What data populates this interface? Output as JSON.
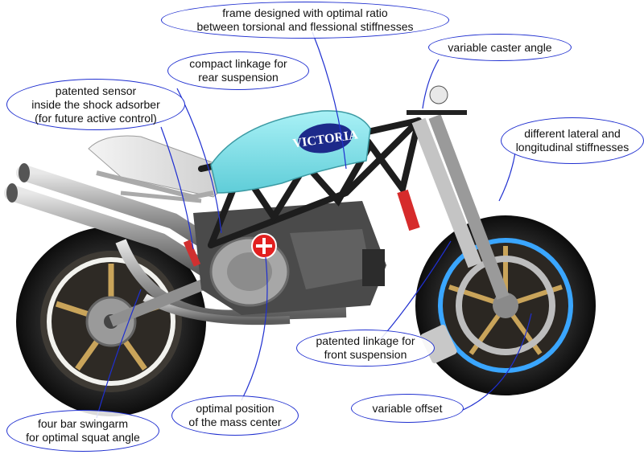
{
  "tank_logo": "VICTORIA",
  "colors": {
    "leader_line": "#1f2fd0",
    "tank": "#7fe3ec",
    "rim_accent": "#3aa6ff"
  },
  "callouts": {
    "frame": "frame designed with optimal ratio\nbetween torsional and flessional stiffnesses",
    "caster": "variable caster angle",
    "linkage_rear": "compact linkage for\nrear suspension",
    "sensor": "patented sensor\ninside the shock adsorber\n(for future active control)",
    "lateral": "different lateral and\nlongitudinal stiffnesses",
    "front_linkage": "patented linkage for\nfront suspension",
    "offset": "variable offset",
    "mass_center": "optimal position\nof the mass center",
    "swingarm": "four bar swingarm\nfor optimal squat angle"
  }
}
